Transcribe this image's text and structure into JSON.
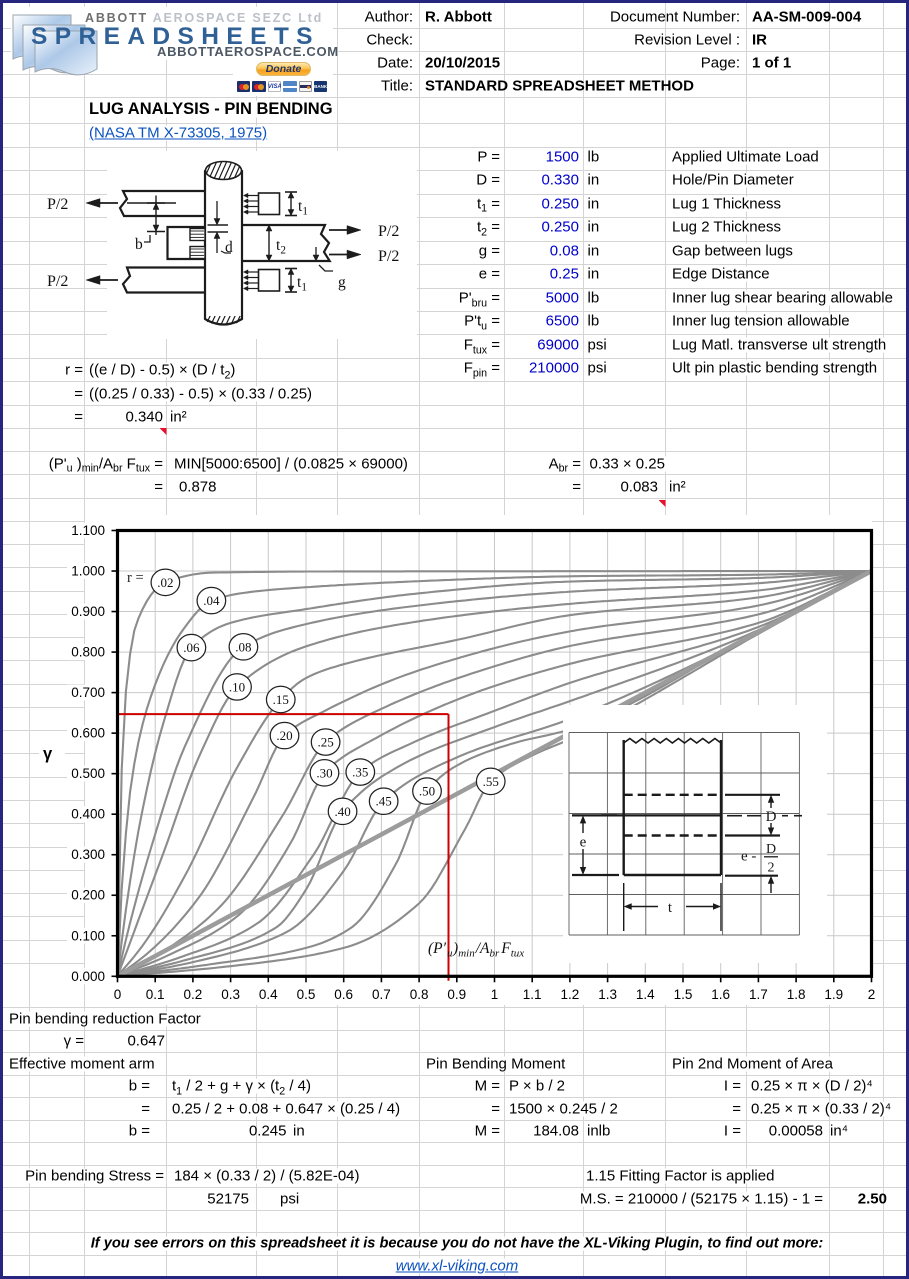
{
  "page": {
    "border_color": "#26267e",
    "grid_color": "#d9d9d9",
    "value_color": "#0000cc",
    "link_color": "#0b52c0",
    "red_accent": "#cc0000"
  },
  "logo": {
    "brand_top_dark": "ABBOTT",
    "brand_top_light": "AEROSPACE SEZC Ltd",
    "brand_main": "SPREADSHEETS",
    "brand_sub": "ABBOTTAEROSPACE.COM",
    "donate_label": "Donate",
    "cards": [
      "mastercard",
      "mastercard",
      "visa",
      "amex",
      "discover",
      "bank"
    ]
  },
  "header": {
    "author_label": "Author:",
    "author": "R. Abbott",
    "check_label": "Check:",
    "check": "",
    "date_label": "Date:",
    "date": "20/10/2015",
    "title_label": "Title:",
    "title": "STANDARD SPREADSHEET METHOD",
    "doc_number_label": "Document Number:",
    "doc_number": "AA-SM-009-004",
    "revision_label": "Revision Level :",
    "revision": "IR",
    "page_label": "Page:",
    "page": "1 of 1"
  },
  "doc": {
    "title": "LUG ANALYSIS - PIN BENDING",
    "reference_link": "(NASA TM X-73305, 1975)"
  },
  "diagram": {
    "p2": "P/2",
    "t1": "t<sub>1</sub>",
    "t2": "t<sub>2</sub>",
    "b": "b",
    "d": "d",
    "g": "g"
  },
  "inputs": {
    "rows": [
      {
        "label": "P =",
        "value": "1500",
        "unit": "lb",
        "desc": "Applied Ultimate Load"
      },
      {
        "label": "D =",
        "value": "0.330",
        "unit": "in",
        "desc": "Hole/Pin Diameter"
      },
      {
        "label": "t<sub>1</sub> =",
        "value": "0.250",
        "unit": "in",
        "desc": "Lug 1 Thickness"
      },
      {
        "label": "t<sub>2</sub> =",
        "value": "0.250",
        "unit": "in",
        "desc": "Lug 2 Thickness"
      },
      {
        "label": "g =",
        "value": "0.08",
        "unit": "in",
        "desc": "Gap between lugs"
      },
      {
        "label": "e =",
        "value": "0.25",
        "unit": "in",
        "desc": "Edge Distance"
      },
      {
        "label": "P'<sub>bru</sub> =",
        "value": "5000",
        "unit": "lb",
        "desc": "Inner lug shear bearing allowable"
      },
      {
        "label": "P't<sub>u</sub> =",
        "value": "6500",
        "unit": "lb",
        "desc": "Inner lug tension allowable"
      },
      {
        "label": "F<sub>tux</sub> =",
        "value": "69000",
        "unit": "psi",
        "desc": "Lug Matl. transverse ult strength"
      },
      {
        "label": "F<sub>pin</sub> =",
        "value": "210000",
        "unit": "psi",
        "desc": "Ult pin plastic bending strength"
      }
    ]
  },
  "calc_r": {
    "label": "r =",
    "formula": "((e / D) - 0.5) × (D / t<sub>2</sub>)",
    "eq2": "=",
    "substitution": "((0.25 / 0.33) - 0.5) × (0.33 / 0.25)",
    "eq3": "=",
    "result": "0.340",
    "unit": "in²"
  },
  "calc_ratio": {
    "label": "(P'<sub>u</sub> )<sub>min</sub>/A<sub>br</sub> F<sub>tux</sub> =",
    "formula": "MIN[5000:6500] / (0.0825 × 69000)",
    "eq2": "=",
    "result": "0.878"
  },
  "calc_abr": {
    "label": "A<sub>br</sub> =",
    "formula": "0.33 × 0.25",
    "eq2": "=",
    "result": "0.083",
    "unit": "in²"
  },
  "chart_data": {
    "type": "line",
    "title": "",
    "xlabel": "(P'u)min / Abr Ftux",
    "ylabel": "γ",
    "xlim": [
      0,
      2
    ],
    "ylim": [
      0,
      1.1
    ],
    "grid": true,
    "x_ticks": [
      "0",
      "0.1",
      "0.2",
      "0.3",
      "0.4",
      "0.5",
      "0.6",
      "0.7",
      "0.8",
      "0.9",
      "1",
      "1.1",
      "1.2",
      "1.3",
      "1.4",
      "1.5",
      "1.6",
      "1.7",
      "1.8",
      "1.9",
      "2"
    ],
    "y_ticks": [
      "0.000",
      "0.100",
      "0.200",
      "0.300",
      "0.400",
      "0.500",
      "0.600",
      "0.700",
      "0.800",
      "0.900",
      "1.000",
      "1.100"
    ],
    "series_label_prefix": "r =",
    "diagonal": {
      "from": [
        0,
        0
      ],
      "to": [
        2,
        1
      ]
    },
    "curves": [
      {
        "r": ".02",
        "label_x": 0.127,
        "label_y": 0.972,
        "points": [
          [
            0,
            0
          ],
          [
            0.006,
            0.35
          ],
          [
            0.02,
            0.68
          ],
          [
            0.05,
            0.87
          ],
          [
            0.127,
            0.972
          ],
          [
            0.25,
            0.996
          ],
          [
            0.6,
            0.999
          ],
          [
            1.2,
            0.9995
          ],
          [
            2,
            1.0
          ]
        ]
      },
      {
        "r": ".04",
        "label_x": 0.249,
        "label_y": 0.927,
        "points": [
          [
            0,
            0
          ],
          [
            0.01,
            0.2
          ],
          [
            0.04,
            0.5
          ],
          [
            0.1,
            0.72
          ],
          [
            0.17,
            0.85
          ],
          [
            0.249,
            0.927
          ],
          [
            0.35,
            0.948
          ],
          [
            0.5,
            0.96
          ],
          [
            0.8,
            0.975
          ],
          [
            1.2,
            0.987
          ],
          [
            1.7,
            0.991
          ],
          [
            2,
            1
          ]
        ]
      },
      {
        "r": ".06",
        "label_x": 0.196,
        "label_y": 0.811,
        "points": [
          [
            0,
            0
          ],
          [
            0.02,
            0.15
          ],
          [
            0.06,
            0.38
          ],
          [
            0.12,
            0.62
          ],
          [
            0.196,
            0.811
          ],
          [
            0.3,
            0.872
          ],
          [
            0.5,
            0.906
          ],
          [
            0.8,
            0.945
          ],
          [
            1.2,
            0.974
          ],
          [
            1.7,
            0.983
          ],
          [
            2,
            1
          ]
        ]
      },
      {
        "r": ".08",
        "label_x": 0.334,
        "label_y": 0.813,
        "points": [
          [
            0,
            0
          ],
          [
            0.03,
            0.12
          ],
          [
            0.09,
            0.32
          ],
          [
            0.18,
            0.57
          ],
          [
            0.334,
            0.813
          ],
          [
            0.5,
            0.869
          ],
          [
            0.8,
            0.915
          ],
          [
            1.2,
            0.949
          ],
          [
            1.7,
            0.97
          ],
          [
            2,
            1
          ]
        ]
      },
      {
        "r": ".10",
        "label_x": 0.317,
        "label_y": 0.714,
        "points": [
          [
            0,
            0
          ],
          [
            0.04,
            0.1
          ],
          [
            0.12,
            0.3
          ],
          [
            0.22,
            0.55
          ],
          [
            0.317,
            0.714
          ],
          [
            0.5,
            0.814
          ],
          [
            0.8,
            0.876
          ],
          [
            1.2,
            0.919
          ],
          [
            1.7,
            0.952
          ],
          [
            2,
            1
          ]
        ]
      },
      {
        "r": ".15",
        "label_x": 0.433,
        "label_y": 0.683,
        "points": [
          [
            0,
            0
          ],
          [
            0.07,
            0.08
          ],
          [
            0.18,
            0.25
          ],
          [
            0.32,
            0.52
          ],
          [
            0.433,
            0.683
          ],
          [
            0.5,
            0.736
          ],
          [
            0.6,
            0.77
          ],
          [
            0.9,
            0.83
          ],
          [
            1.2,
            0.891
          ],
          [
            1.7,
            0.935
          ],
          [
            2,
            1
          ]
        ]
      },
      {
        "r": ".20",
        "label_x": 0.443,
        "label_y": 0.594,
        "points": [
          [
            0,
            0
          ],
          [
            0.09,
            0.065
          ],
          [
            0.22,
            0.2
          ],
          [
            0.36,
            0.44
          ],
          [
            0.443,
            0.594
          ],
          [
            0.55,
            0.655
          ],
          [
            0.8,
            0.755
          ],
          [
            1.2,
            0.851
          ],
          [
            1.7,
            0.915
          ],
          [
            2,
            1
          ]
        ]
      },
      {
        "r": ".25",
        "label_x": 0.552,
        "label_y": 0.578,
        "points": [
          [
            0,
            0
          ],
          [
            0.11,
            0.055
          ],
          [
            0.27,
            0.17
          ],
          [
            0.44,
            0.4
          ],
          [
            0.552,
            0.578
          ],
          [
            0.7,
            0.66
          ],
          [
            1.0,
            0.765
          ],
          [
            1.2,
            0.815
          ],
          [
            1.7,
            0.893
          ],
          [
            2,
            1
          ]
        ]
      },
      {
        "r": ".30",
        "label_x": 0.549,
        "label_y": 0.502,
        "points": [
          [
            0,
            0
          ],
          [
            0.13,
            0.05
          ],
          [
            0.32,
            0.15
          ],
          [
            0.46,
            0.33
          ],
          [
            0.549,
            0.502
          ],
          [
            0.68,
            0.585
          ],
          [
            0.95,
            0.7
          ],
          [
            1.2,
            0.771
          ],
          [
            1.7,
            0.872
          ],
          [
            2,
            1
          ]
        ]
      },
      {
        "r": ".35",
        "label_x": 0.644,
        "label_y": 0.504,
        "points": [
          [
            0,
            0
          ],
          [
            0.16,
            0.045
          ],
          [
            0.37,
            0.13
          ],
          [
            0.52,
            0.3
          ],
          [
            0.644,
            0.504
          ],
          [
            0.78,
            0.575
          ],
          [
            1.0,
            0.655
          ],
          [
            1.2,
            0.724
          ],
          [
            1.7,
            0.862
          ],
          [
            2,
            1
          ]
        ]
      },
      {
        "r": ".40",
        "label_x": 0.597,
        "label_y": 0.407,
        "points": [
          [
            0,
            0
          ],
          [
            0.18,
            0.04
          ],
          [
            0.42,
            0.12
          ],
          [
            0.5,
            0.214
          ],
          [
            0.597,
            0.407
          ],
          [
            0.75,
            0.52
          ],
          [
            1.0,
            0.615
          ],
          [
            1.2,
            0.679
          ],
          [
            1.7,
            0.854
          ],
          [
            2,
            1
          ]
        ]
      },
      {
        "r": ".45",
        "label_x": 0.706,
        "label_y": 0.432,
        "points": [
          [
            0,
            0
          ],
          [
            0.2,
            0.035
          ],
          [
            0.45,
            0.11
          ],
          [
            0.6,
            0.26
          ],
          [
            0.706,
            0.432
          ],
          [
            0.9,
            0.54
          ],
          [
            1.2,
            0.635
          ],
          [
            1.7,
            0.848
          ],
          [
            2,
            1
          ]
        ]
      },
      {
        "r": ".50",
        "label_x": 0.821,
        "label_y": 0.457,
        "points": [
          [
            0,
            0
          ],
          [
            0.25,
            0.03
          ],
          [
            0.5,
            0.07
          ],
          [
            0.62,
            0.12
          ],
          [
            0.74,
            0.28
          ],
          [
            0.821,
            0.457
          ],
          [
            0.9,
            0.52
          ],
          [
            1.05,
            0.575
          ],
          [
            1.2,
            0.609
          ],
          [
            1.7,
            0.851
          ],
          [
            2,
            1
          ]
        ]
      },
      {
        "r": ".55",
        "label_x": 0.99,
        "label_y": 0.481,
        "points": [
          [
            0,
            0
          ],
          [
            0.3,
            0.025
          ],
          [
            0.6,
            0.07
          ],
          [
            0.8,
            0.18
          ],
          [
            0.92,
            0.36
          ],
          [
            0.99,
            0.481
          ],
          [
            1.1,
            0.545
          ],
          [
            1.2,
            0.585
          ],
          [
            1.7,
            0.845
          ],
          [
            2,
            1
          ]
        ]
      }
    ],
    "target": {
      "x": 0.878,
      "y": 0.647
    },
    "inset_labels": {
      "e": "e",
      "D": "D",
      "em": "e -",
      "num": "D",
      "den": "2",
      "t": "t"
    }
  },
  "results": {
    "gamma_title": "Pin bending reduction Factor",
    "gamma_label": "γ =",
    "gamma_value": "0.647",
    "col1_title": "Effective moment arm",
    "col2_title": "Pin Bending Moment",
    "col3_title": "Pin 2nd Moment of Area",
    "b_label": "b =",
    "b_formula": "t<sub>1</sub> / 2 + g + γ × (t<sub>2</sub> / 4)",
    "b_eq2": "=",
    "b_sub": "0.25 / 2 + 0.08 + 0.647 × (0.25 / 4)",
    "b_label3": "b =",
    "b_value": "0.245",
    "b_unit": "in",
    "m_label": "M =",
    "m_formula": "P × b / 2",
    "m_eq2": "=",
    "m_sub": "1500 × 0.245 / 2",
    "m_label3": "M =",
    "m_value": "184.08",
    "m_unit": "inlb",
    "i_label": "I =",
    "i_formula": "0.25 × π × (D / 2)⁴",
    "i_eq2": "=",
    "i_sub": "0.25 × π × (0.33 / 2)⁴",
    "i_label3": "I =",
    "i_value": "0.00058",
    "i_unit": "in⁴",
    "stress_label": "Pin bending Stress =",
    "stress_formula": "184 × (0.33 / 2) / (5.82E-04)",
    "stress_value": "52175",
    "stress_unit": "psi",
    "fitting_note": "1.15 Fitting Factor is applied",
    "ms_formula": "M.S. = 210000 / (52175 × 1.15) - 1 =",
    "ms_value": "2.50"
  },
  "footer": {
    "notice": "If you see errors on this spreadsheet it is because you do not have the XL-Viking Plugin, to find out more:",
    "link": "www.xl-viking.com"
  }
}
